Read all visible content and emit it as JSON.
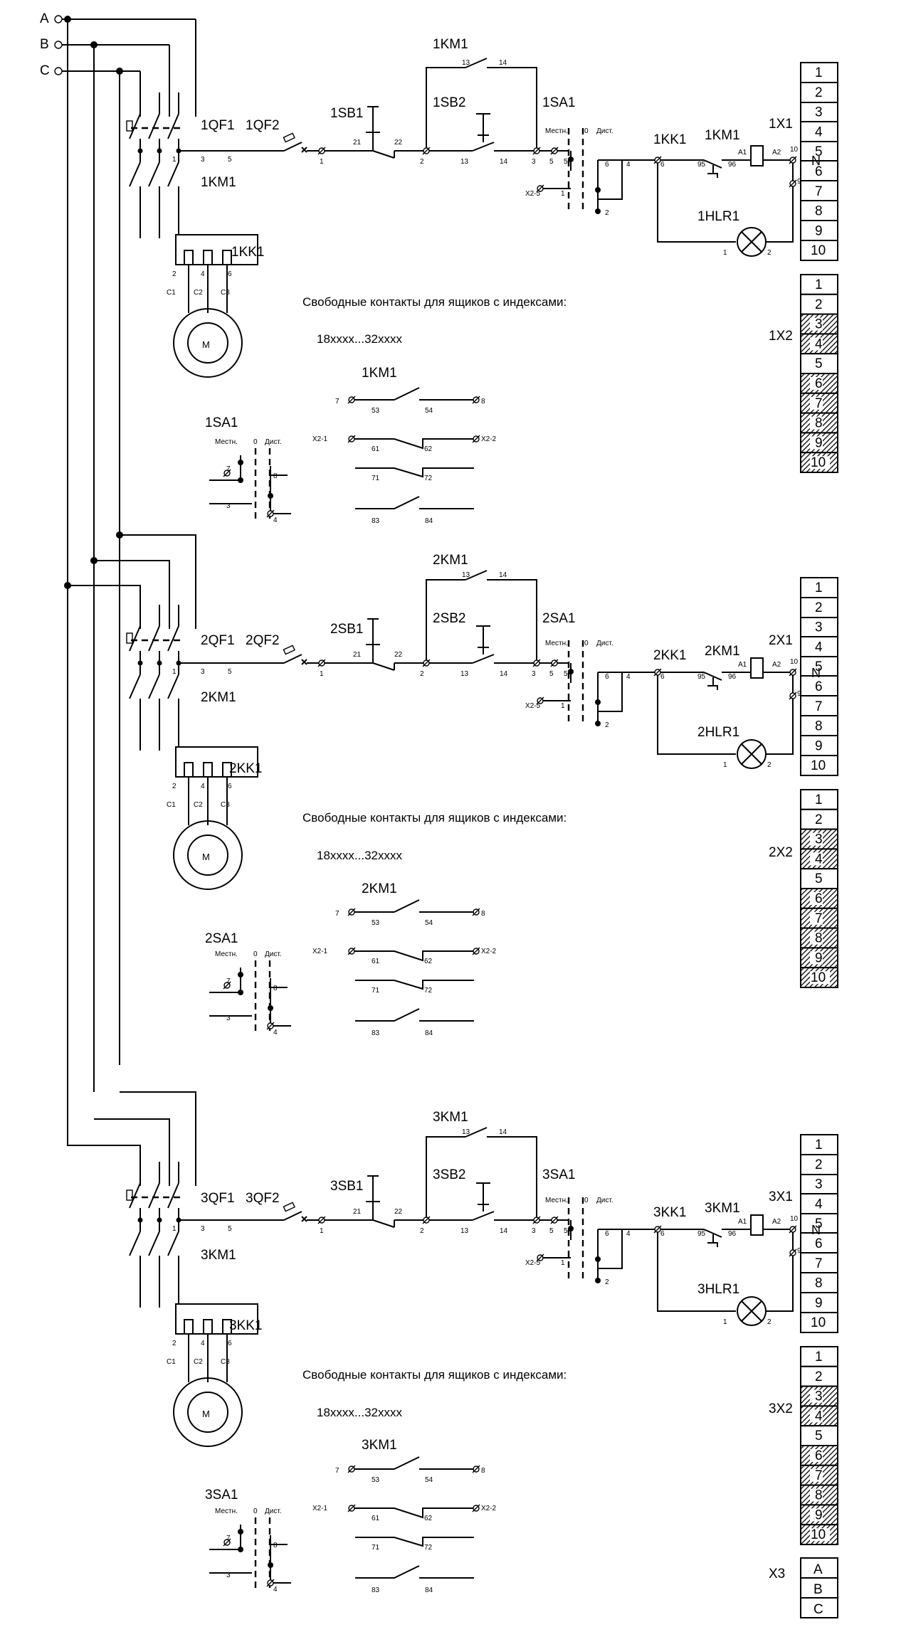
{
  "phases": [
    "A",
    "B",
    "C"
  ],
  "note_title": "Свободные контакты для ящиков с индексами:",
  "note_range": "18xxxx...32xxxx",
  "contact_numbers": {
    "t1": "1",
    "t2": "2",
    "t3": "3",
    "t4": "4",
    "t5": "5",
    "t6": "6",
    "t7": "7",
    "t8": "8",
    "t9": "9",
    "t10": "10",
    "n13": "13",
    "n14": "14",
    "n21": "21",
    "n22": "22",
    "n95": "95",
    "n96": "96",
    "n53": "53",
    "n54": "54",
    "n61": "61",
    "n62": "62",
    "n71": "71",
    "n72": "72",
    "n83": "83",
    "n84": "84",
    "a1": "A1",
    "a2": "A2",
    "c1": "C1",
    "c2": "C2",
    "c3": "C3",
    "x21": "X2-1",
    "x22": "X2-2",
    "x25": "X2-5",
    "neutral": "N",
    "sw_local": "Местн.",
    "sw_zero": "0",
    "sw_remote": "Дист.",
    "motor": "M"
  },
  "sections": [
    {
      "qf1": "1QF1",
      "qf2": "1QF2",
      "km": "1KM1",
      "kk": "1KK1",
      "sb1": "1SB1",
      "sb2": "1SB2",
      "sa": "1SA1",
      "hlr": "1HLR1",
      "x1": "1X1",
      "x2": "1X2"
    },
    {
      "qf1": "2QF1",
      "qf2": "2QF2",
      "km": "2KM1",
      "kk": "2KK1",
      "sb1": "2SB1",
      "sb2": "2SB2",
      "sa": "2SA1",
      "hlr": "2HLR1",
      "x1": "2X1",
      "x2": "2X2"
    },
    {
      "qf1": "3QF1",
      "qf2": "3QF2",
      "km": "3KM1",
      "kk": "3KK1",
      "sb1": "3SB1",
      "sb2": "3SB2",
      "sa": "3SA1",
      "hlr": "3HLR1",
      "x1": "3X1",
      "x2": "3X2"
    }
  ],
  "terminal_block_x1": {
    "cells": [
      "1",
      "2",
      "3",
      "4",
      "5",
      "6",
      "7",
      "8",
      "9",
      "10"
    ]
  },
  "terminal_block_x2": {
    "cells": [
      "1",
      "2",
      "3",
      "4",
      "5",
      "6",
      "7",
      "8",
      "9",
      "10"
    ],
    "hatched": [
      false,
      false,
      true,
      true,
      false,
      true,
      true,
      true,
      true,
      true
    ]
  },
  "terminal_block_x3": {
    "label": "X3",
    "cells": [
      "A",
      "B",
      "C"
    ]
  }
}
